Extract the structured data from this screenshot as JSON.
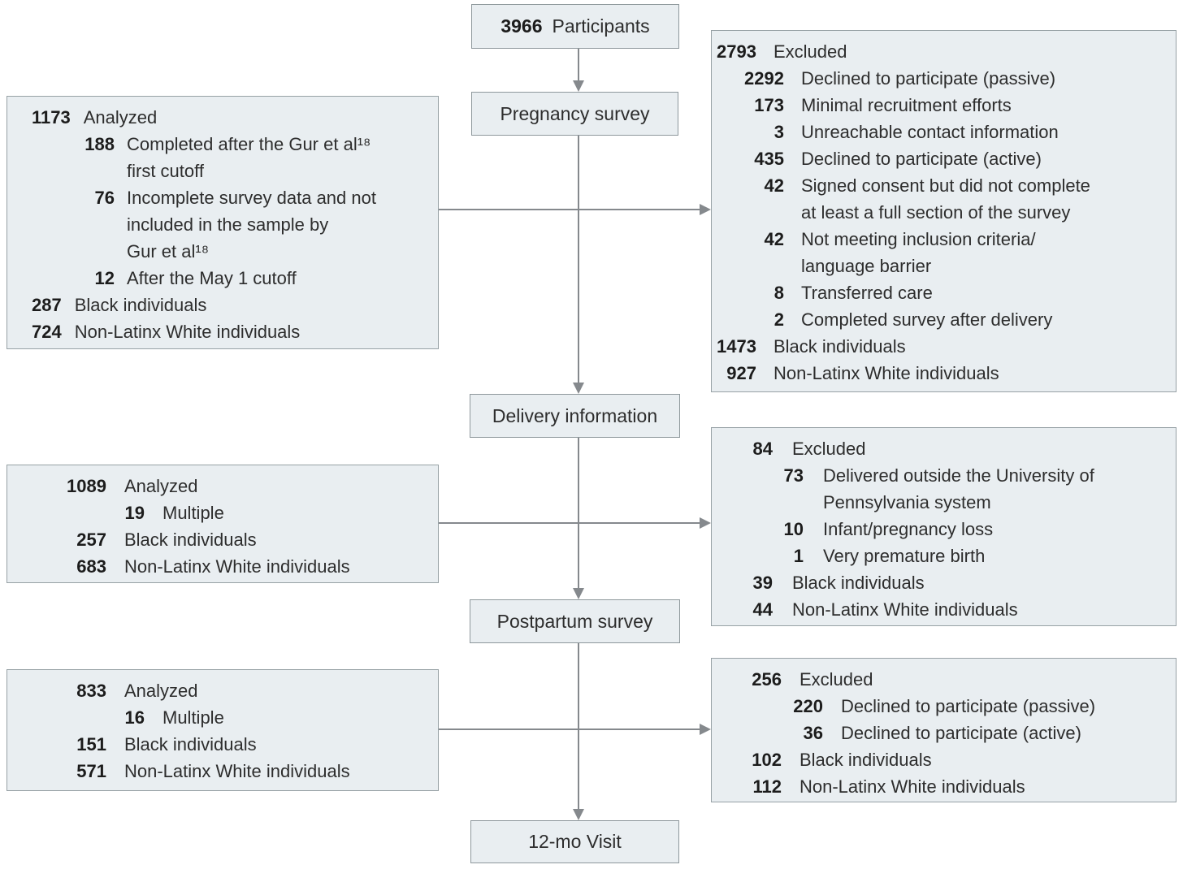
{
  "palette": {
    "box_fill": "#e9eef1",
    "box_border": "#97a1a5",
    "arrow_line": "#85898d",
    "text": "#2d2d2d",
    "number": "#1c1c1c"
  },
  "flow": {
    "participants": {
      "num": "3966",
      "label": "Participants"
    },
    "pregnancy": {
      "label": "Pregnancy survey"
    },
    "delivery": {
      "label": "Delivery information"
    },
    "postpartum": {
      "label": "Postpartum survey"
    },
    "visit12": {
      "label": "12-mo Visit"
    }
  },
  "boxes": {
    "excluded_pregnancy": {
      "rows": [
        {
          "num": "2793",
          "label": "Excluded",
          "indent": 0
        },
        {
          "num": "2292",
          "label": "Declined to participate (passive)",
          "indent": 1
        },
        {
          "num": "173",
          "label": "Minimal recruitment efforts",
          "indent": 1
        },
        {
          "num": "3",
          "label": "Unreachable contact information",
          "indent": 1
        },
        {
          "num": "435",
          "label": "Declined to participate (active)",
          "indent": 1
        },
        {
          "num": "42",
          "label": "Signed consent but did not complete\nat least a full section of the survey",
          "indent": 1
        },
        {
          "num": "42",
          "label": "Not meeting inclusion criteria/\nlanguage barrier",
          "indent": 1
        },
        {
          "num": "8",
          "label": "Transferred care",
          "indent": 1
        },
        {
          "num": "2",
          "label": "Completed survey after delivery",
          "indent": 1
        },
        {
          "num": "1473",
          "label": "Black individuals",
          "indent": 0
        },
        {
          "num": "927",
          "label": "Non-Latinx White individuals",
          "indent": 0
        }
      ]
    },
    "analyzed_pregnancy": {
      "rows": [
        {
          "num": "1173",
          "label": "Analyzed",
          "indent": 0
        },
        {
          "num": "188",
          "label": "Completed after the Gur et al¹⁸\nfirst cutoff",
          "indent": 1
        },
        {
          "num": "76",
          "label": "Incomplete survey data and not\nincluded in the sample by\nGur et al¹⁸",
          "indent": 1
        },
        {
          "num": "12",
          "label": "After the May 1 cutoff",
          "indent": 1
        },
        {
          "num": "287",
          "label": "Black individuals",
          "indent": 0
        },
        {
          "num": "724",
          "label": "Non-Latinx White individuals",
          "indent": 0
        }
      ]
    },
    "excluded_delivery": {
      "rows": [
        {
          "num": "84",
          "label": "Excluded",
          "indent": 0
        },
        {
          "num": "73",
          "label": "Delivered outside the University of\nPennsylvania system",
          "indent": 1
        },
        {
          "num": "10",
          "label": "Infant/pregnancy loss",
          "indent": 1
        },
        {
          "num": "1",
          "label": "Very premature birth",
          "indent": 1
        },
        {
          "num": "39",
          "label": "Black individuals",
          "indent": 0
        },
        {
          "num": "44",
          "label": "Non-Latinx White individuals",
          "indent": 0
        }
      ]
    },
    "analyzed_delivery": {
      "rows": [
        {
          "num": "1089",
          "label": "Analyzed",
          "indent": 0
        },
        {
          "num": "19",
          "label": "Multiple",
          "indent": 1
        },
        {
          "num": "257",
          "label": "Black individuals",
          "indent": 0
        },
        {
          "num": "683",
          "label": "Non-Latinx White individuals",
          "indent": 0
        }
      ]
    },
    "excluded_postpartum": {
      "rows": [
        {
          "num": "256",
          "label": "Excluded",
          "indent": 0
        },
        {
          "num": "220",
          "label": "Declined to participate (passive)",
          "indent": 1
        },
        {
          "num": "36",
          "label": "Declined to participate (active)",
          "indent": 1
        },
        {
          "num": "102",
          "label": "Black individuals",
          "indent": 0
        },
        {
          "num": "112",
          "label": "Non-Latinx White individuals",
          "indent": 0
        }
      ]
    },
    "analyzed_postpartum": {
      "rows": [
        {
          "num": "833",
          "label": "Analyzed",
          "indent": 0
        },
        {
          "num": "16",
          "label": "Multiple",
          "indent": 1
        },
        {
          "num": "151",
          "label": "Black individuals",
          "indent": 0
        },
        {
          "num": "571",
          "label": "Non-Latinx White individuals",
          "indent": 0
        }
      ]
    }
  }
}
